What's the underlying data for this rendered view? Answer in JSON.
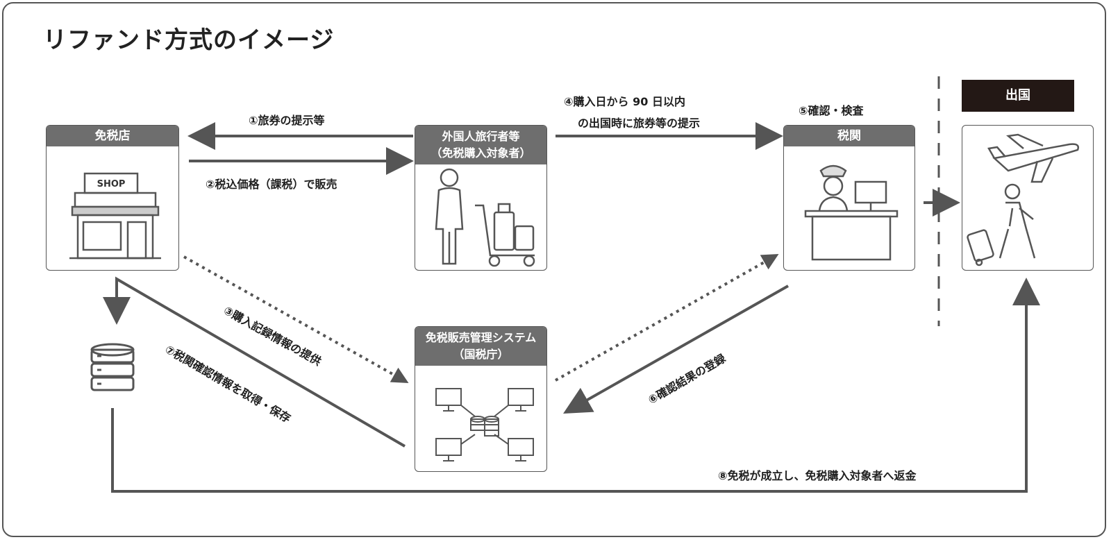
{
  "title": "リファンド方式のイメージ",
  "nodes": {
    "shop": {
      "label": "免税店",
      "sign": "SHOP"
    },
    "traveler": {
      "line1": "外国人旅行者等",
      "line2": "（免税購入対象者）"
    },
    "customs": {
      "label": "税関"
    },
    "departure": {
      "label": "出国"
    },
    "system": {
      "line1": "免税販売管理システム",
      "line2": "（国税庁）"
    }
  },
  "steps": {
    "s1": "①旅券の提示等",
    "s2": "②税込価格（課税）で販売",
    "s3": "③購入記録情報の提供",
    "s4_line1": "④購入日から 90 日以内",
    "s4_line2": "の出国時に旅券等の提示",
    "s5": "⑤確認・検査",
    "s6": "⑥確認結果の登録",
    "s7": "⑦税関確認情報を取得・保存",
    "s8": "⑧免税が成立し、免税購入対象者へ返金"
  },
  "colors": {
    "arrow": "#555555",
    "header": "#6e6e6e",
    "departure_tag": "#231815",
    "text": "#1e1e1e"
  },
  "icons": [
    "shop-building-icon",
    "traveler-luggage-icon",
    "customs-officer-icon",
    "airplane-icon",
    "departing-traveler-icon",
    "database-icon",
    "network-computers-icon"
  ]
}
